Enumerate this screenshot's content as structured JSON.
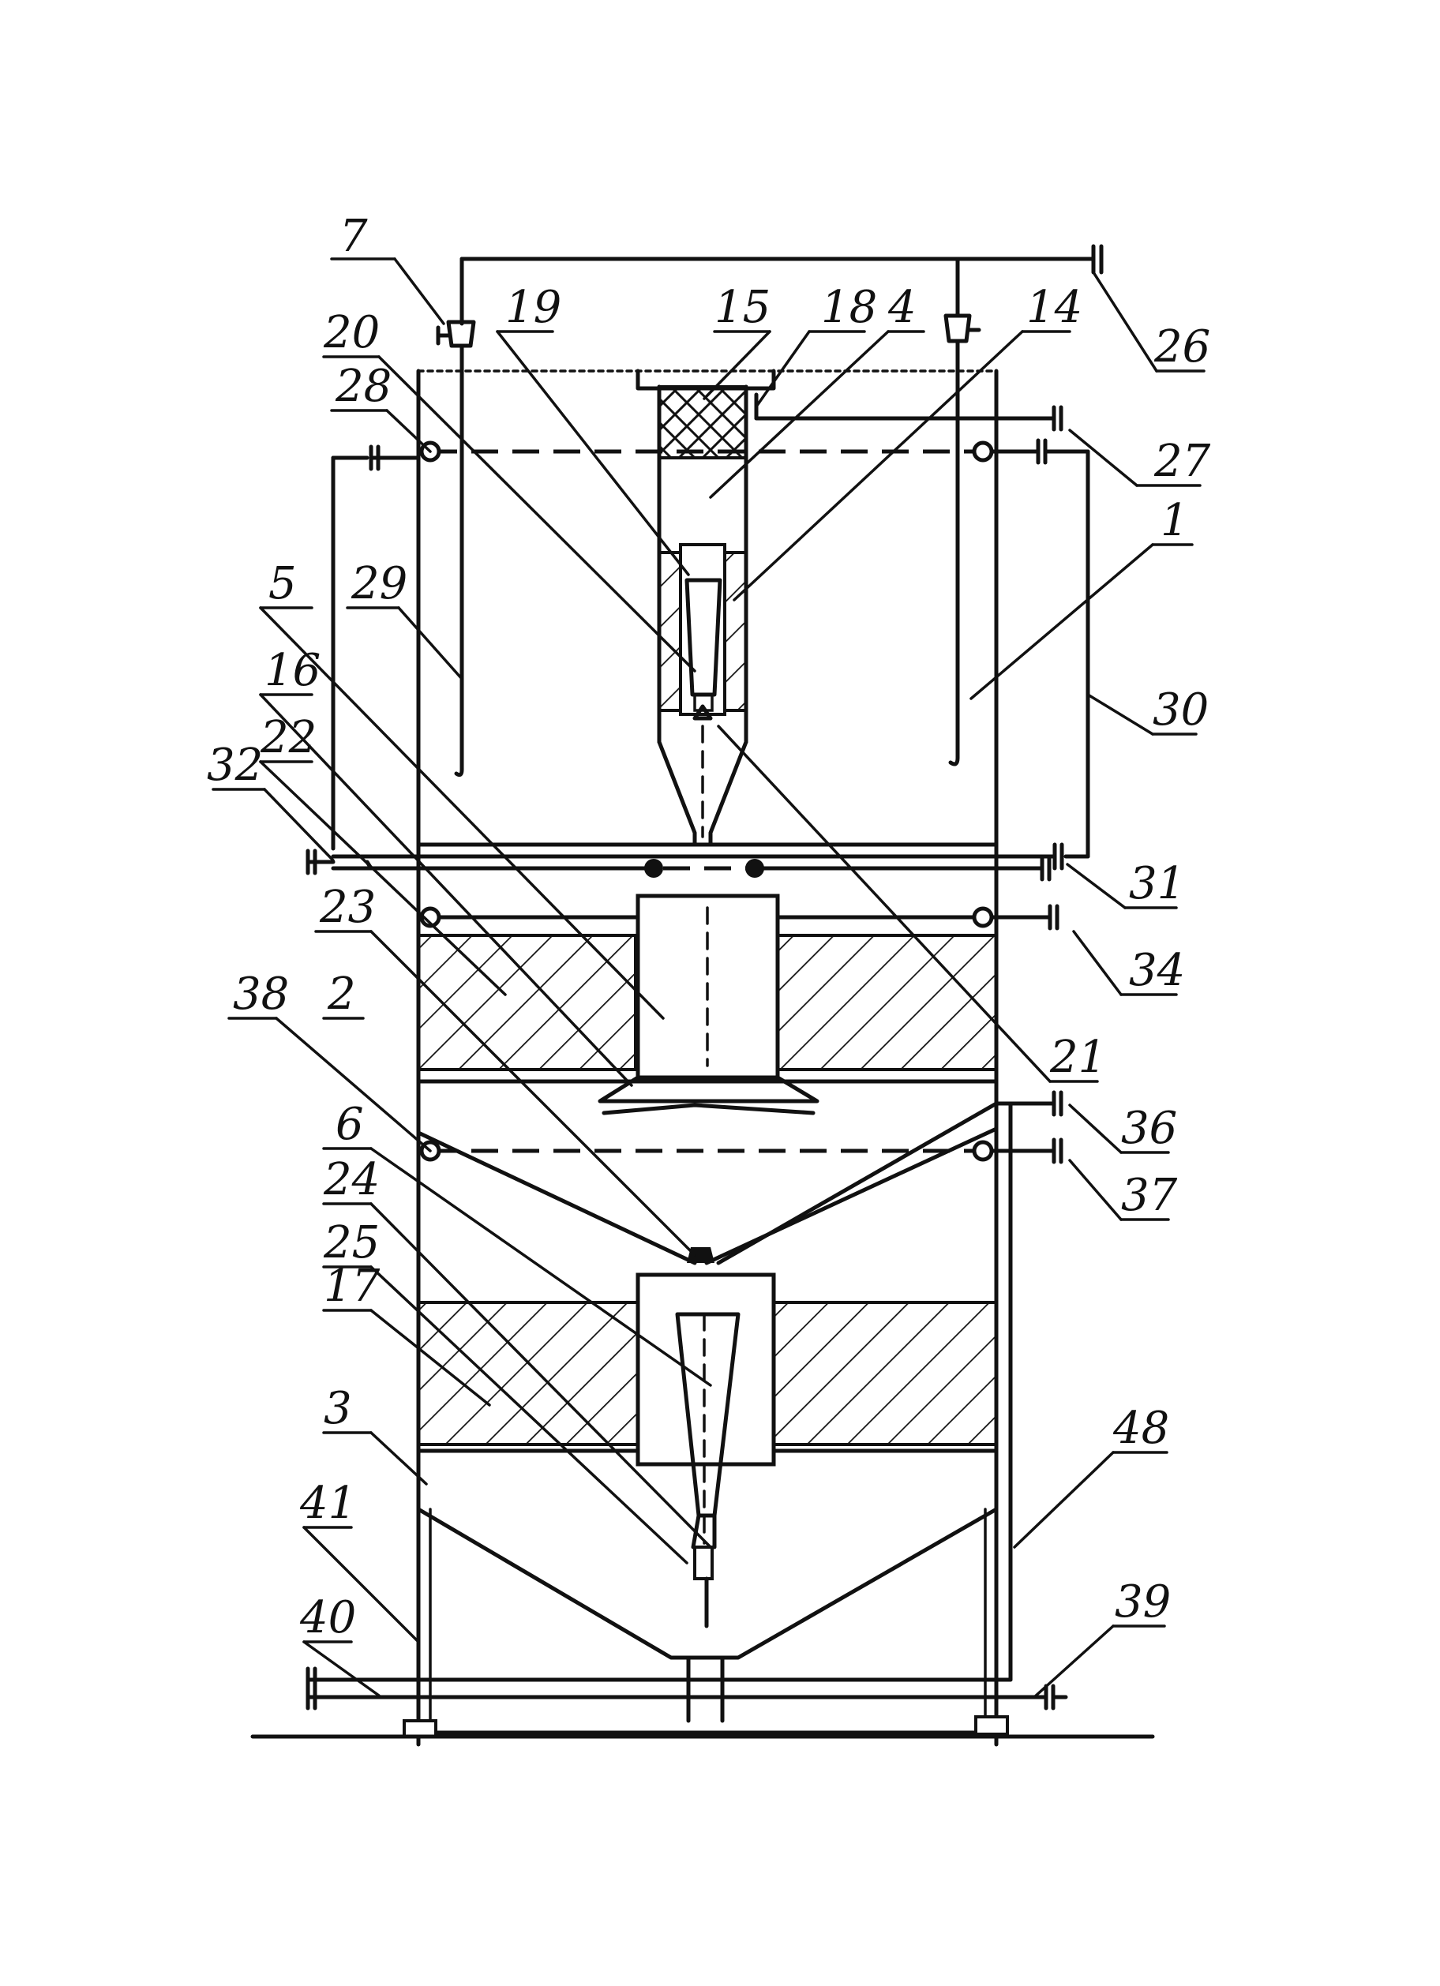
{
  "labels": {
    "l1": "1",
    "l2": "2",
    "l3": "3",
    "l4": "4",
    "l5": "5",
    "l6": "6",
    "l7": "7",
    "l14": "14",
    "l15": "15",
    "l16": "16",
    "l17": "17",
    "l18": "18",
    "l19": "19",
    "l20": "20",
    "l21": "21",
    "l22": "22",
    "l23": "23",
    "l24": "24",
    "l25": "25",
    "l26": "26",
    "l27": "27",
    "l28": "28",
    "l29": "29",
    "l30": "30",
    "l31": "31",
    "l32": "32",
    "l34": "34",
    "l36": "36",
    "l37": "37",
    "l38": "38",
    "l39": "39",
    "l40": "40",
    "l41": "41",
    "l48": "48"
  }
}
